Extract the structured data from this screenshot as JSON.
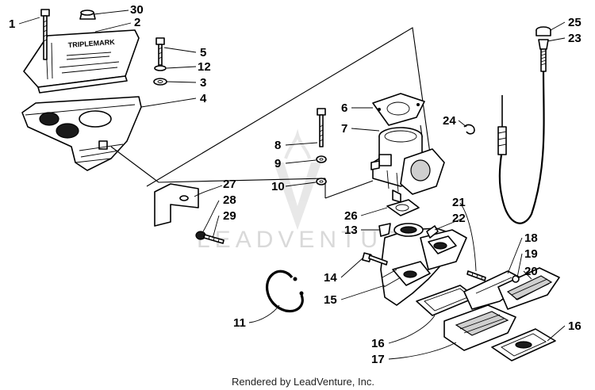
{
  "watermark": {
    "text": "LEADVENTURE"
  },
  "lid_text": "TRIPLEMARK",
  "footer": {
    "text": "Rendered by LeadVenture, Inc."
  },
  "callouts": {
    "c1": "1",
    "c2": "2",
    "c3": "3",
    "c4": "4",
    "c5": "5",
    "c6": "6",
    "c7": "7",
    "c8": "8",
    "c9": "9",
    "c10": "10",
    "c11": "11",
    "c12": "12",
    "c13": "13",
    "c14": "14",
    "c15": "15",
    "c16a": "16",
    "c16b": "16",
    "c17": "17",
    "c18": "18",
    "c19": "19",
    "c20": "20",
    "c21": "21",
    "c22": "22",
    "c23": "23",
    "c24": "24",
    "c25": "25",
    "c26": "26",
    "c27": "27",
    "c28": "28",
    "c29": "29",
    "c30": "30"
  }
}
